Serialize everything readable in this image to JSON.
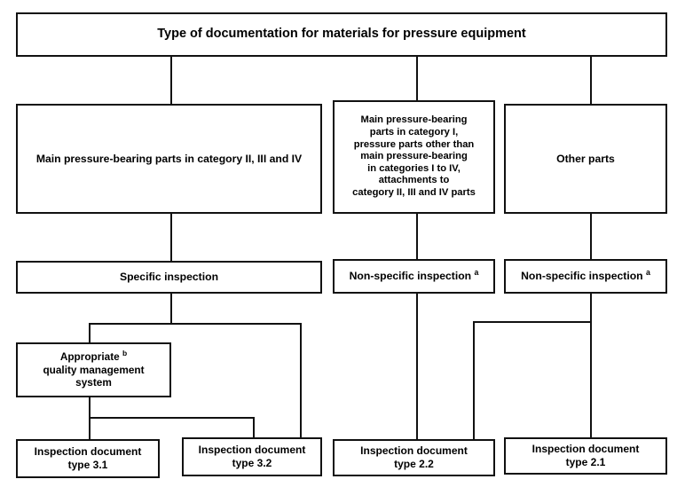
{
  "diagram": {
    "title_node": {
      "label": "Type of documentation for materials for pressure equipment"
    },
    "level2": [
      {
        "id": "main-parts-ii-iii-iv",
        "label": "Main pressure-bearing parts in category II, III and IV"
      },
      {
        "id": "main-parts-cat-i",
        "label": "Main pressure-bearing\nparts in category I,\npressure parts other than\nmain pressure-bearing\nin categories I to IV,\nattachments to\ncategory II, III and IV parts"
      },
      {
        "id": "other-parts",
        "label": "Other parts"
      }
    ],
    "level3": [
      {
        "id": "specific-inspection",
        "label": "Specific inspection",
        "footnote": ""
      },
      {
        "id": "non-specific-inspection-middle",
        "label": "Non-specific inspection",
        "footnote": "a"
      },
      {
        "id": "non-specific-inspection-right",
        "label": "Non-specific inspection",
        "footnote": "a"
      }
    ],
    "level4": [
      {
        "id": "quality-management-system",
        "line1": "Appropriate",
        "footnote": "b",
        "line2": "quality management",
        "line3": "system"
      }
    ],
    "level5": [
      {
        "id": "inspection-document-3-1",
        "label": "Inspection document\ntype 3.1"
      },
      {
        "id": "inspection-document-3-2",
        "label": "Inspection document\ntype 3.2"
      },
      {
        "id": "inspection-document-2-2",
        "label": "Inspection document\ntype 2.2"
      },
      {
        "id": "inspection-document-2-1",
        "label": "Inspection document\ntype 2.1"
      }
    ],
    "colors": {
      "stroke": "#111111",
      "background": "#ffffff",
      "text": "#000000"
    }
  }
}
